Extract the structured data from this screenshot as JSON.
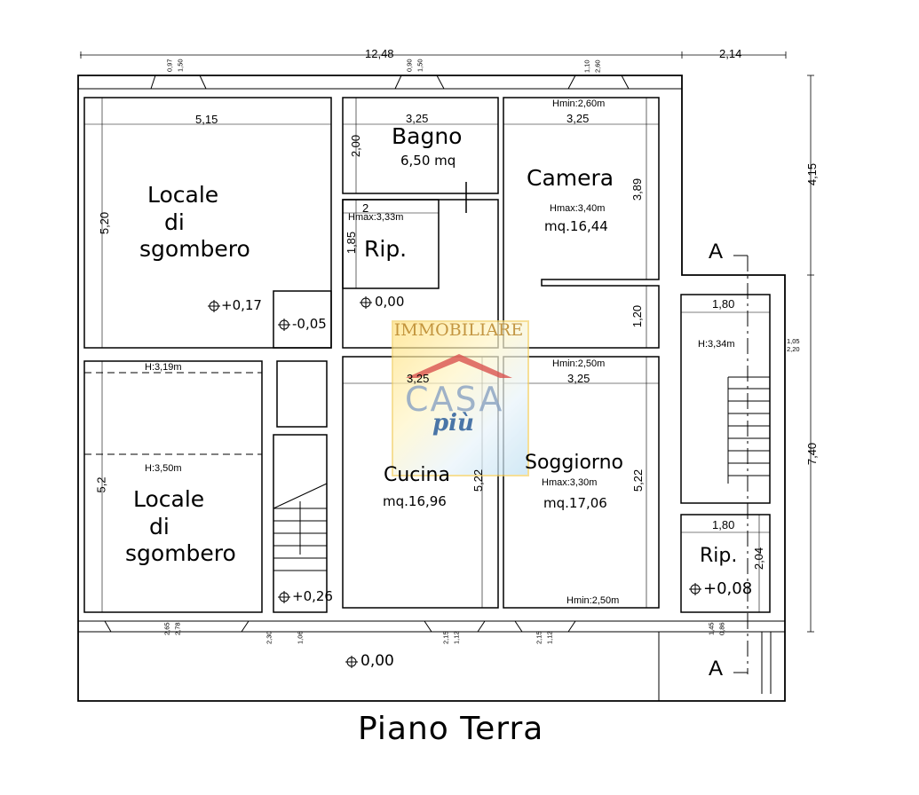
{
  "title": "Piano Terra",
  "watermark": {
    "top": "IMMOBILIARE",
    "brand": "CASA",
    "sub": "più",
    "accent": "#d9534f",
    "gold": "#f3d26a",
    "blue": "#2c5f9c"
  },
  "rooms": {
    "locale1": {
      "l1": "Locale",
      "l2": "di",
      "l3": "sgombero"
    },
    "locale2": {
      "l1": "Locale",
      "l2": "di",
      "l3": "sgombero"
    },
    "bagno": {
      "name": "Bagno",
      "area": "6,50 mq"
    },
    "camera": {
      "name": "Camera",
      "hmax": "Hmax:3,40m",
      "area": "mq.16,44"
    },
    "rip1": {
      "name": "Rip.",
      "hmax": "Hmax:3,33m"
    },
    "cucina": {
      "name": "Cucina",
      "area": "mq.16,96"
    },
    "soggiorno": {
      "name": "Soggiorno",
      "hmax": "Hmax:3,30m",
      "area": "mq.17,06"
    },
    "rip2": {
      "name": "Rip."
    }
  },
  "dimensions": {
    "total_w": "12,48",
    "ext_w": "2,14",
    "locale1_w": "5,15",
    "locale1_h": "5,20",
    "bagno_w": "3,25",
    "bagno_h": "2,00",
    "camera_w": "3,25",
    "camera_h": "3,89",
    "rip1_w": "2",
    "rip1_h": "1,85",
    "corr_h": "1,20",
    "cucina_w": "3,25",
    "cucina_h": "5,22",
    "soggiorno_w": "3,25",
    "soggiorno_h": "5,22",
    "locale2_h": "5,2",
    "stair_w": "1,80",
    "rip2_w": "1,80",
    "rip2_h": "2,04",
    "right_top": "4,15",
    "right_bot": "7,40"
  },
  "heights": {
    "camera_hmin": "Hmin:2,60m",
    "soggiorno_hmin": "Hmin:2,50m",
    "soggiorno_hmin2": "Hmin:2,50m",
    "locale2_h1": "H:3,19m",
    "locale2_h2": "H:3,50m",
    "stair_h": "H:3,34m"
  },
  "levels": {
    "l1": "+0,17",
    "l2": "-0,05",
    "l3": "0,00",
    "l4": "+0,26",
    "l5": "+0,08",
    "l6": "0,00"
  },
  "windows": {
    "w1a": "0,97",
    "w1b": "1,50",
    "w2a": "0,90",
    "w2b": "1,50",
    "w3a": "1,10",
    "w3b": "2,60",
    "w4a": "2,78",
    "w4b": "2,65",
    "w5a": "1,06",
    "w5b": "2,30",
    "w6a": "1,12",
    "w6b": "2,15",
    "w7a": "1,12",
    "w7b": "2,15",
    "w8a": "0,86",
    "w8b": "1,45",
    "w9a": "1,05",
    "w9b": "2,20"
  },
  "section": {
    "a1": "A",
    "a2": "A"
  }
}
